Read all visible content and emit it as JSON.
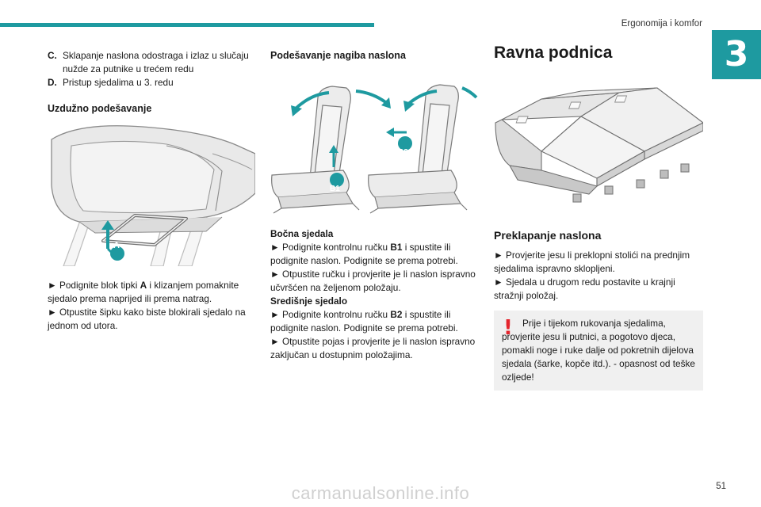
{
  "header": {
    "section_title": "Ergonomija i komfor",
    "chapter_number": "3"
  },
  "col1": {
    "list": [
      {
        "key": "C.",
        "text": "Sklapanje naslona odostraga i izlaz u slučaju nužde za putnike u trećem redu"
      },
      {
        "key": "D.",
        "text": "Pristup sjedalima u 3. redu"
      }
    ],
    "heading": "Uzdužno podešavanje",
    "figure_label": "A",
    "p1_pre": "► Podignite blok tipki ",
    "p1_bold": "A",
    "p1_post": " i klizanjem pomaknite sjedalo prema naprijed ili prema natrag.",
    "p2": "► Otpustite šipku kako biste blokirali sjedalo na jednom od utora."
  },
  "col2": {
    "heading": "Podešavanje nagiba naslona",
    "figure_labels": {
      "b1": "B1",
      "b2": "B2"
    },
    "sub1": "Bočna sjedala",
    "p1_pre": "► Podignite kontrolnu ručku ",
    "p1_bold": "B1",
    "p1_post": " i spustite ili podignite naslon. Podignite se prema potrebi.",
    "p2": "► Otpustite ručku i provjerite je li naslon ispravno učvršćen na željenom položaju.",
    "sub2": "Središnje sjedalo",
    "p3_pre": "► Podignite kontrolnu ručku ",
    "p3_bold": "B2",
    "p3_post": " i spustite ili podignite naslon. Podignite se prema potrebi.",
    "p4": "► Otpustite pojas i provjerite je li naslon ispravno zaključan u dostupnim položajima."
  },
  "col3": {
    "heading": "Ravna podnica",
    "subheading": "Preklapanje naslona",
    "p1": "► Provjerite jesu li preklopni stolići na prednjim sjedalima ispravno sklopljeni.",
    "p2": "► Sjedala u drugom redu postavite u krajnji stražnji položaj.",
    "warning": "Prije i tijekom rukovanja sjedalima, provjerite jesu li putnici, a pogotovo djeca, pomakli noge i ruke dalje od pokretnih dijelova sjedala (šarke, kopče itd.). - opasnost od teške ozljede!",
    "warning_icon": "!"
  },
  "footer": {
    "page_number": "51",
    "watermark": "carmanualsonline.info"
  },
  "colors": {
    "accent": "#1e9aa0",
    "warning": "#e4242c"
  }
}
